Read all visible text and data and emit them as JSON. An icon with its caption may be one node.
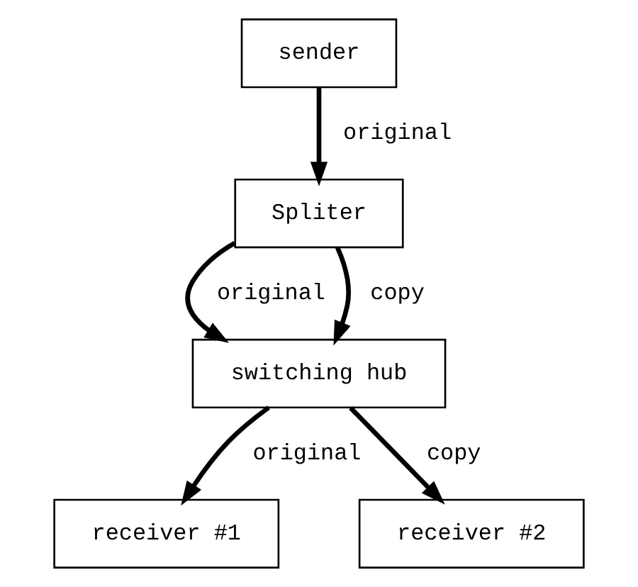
{
  "diagram": {
    "nodes": [
      {
        "text": [
          "sender"
        ]
      },
      {
        "text": [
          "Spliter"
        ]
      },
      {
        "text": [
          "switching hub"
        ]
      },
      {
        "text": [
          "receiver #1"
        ]
      },
      {
        "text": [
          "receiver #2"
        ]
      }
    ],
    "edges": [
      {
        "from": 0,
        "to": 1,
        "arrow": "to",
        "label": "original"
      },
      {
        "from": 1,
        "to": 2,
        "arrow": "to",
        "label": "original"
      },
      {
        "from": 1,
        "to": 2,
        "arrow": "to",
        "label": "copy"
      },
      {
        "from": 2,
        "to": 3,
        "arrow": "to",
        "label": "original"
      },
      {
        "from": 2,
        "to": 4,
        "arrow": "to",
        "label": "copy"
      }
    ]
  }
}
